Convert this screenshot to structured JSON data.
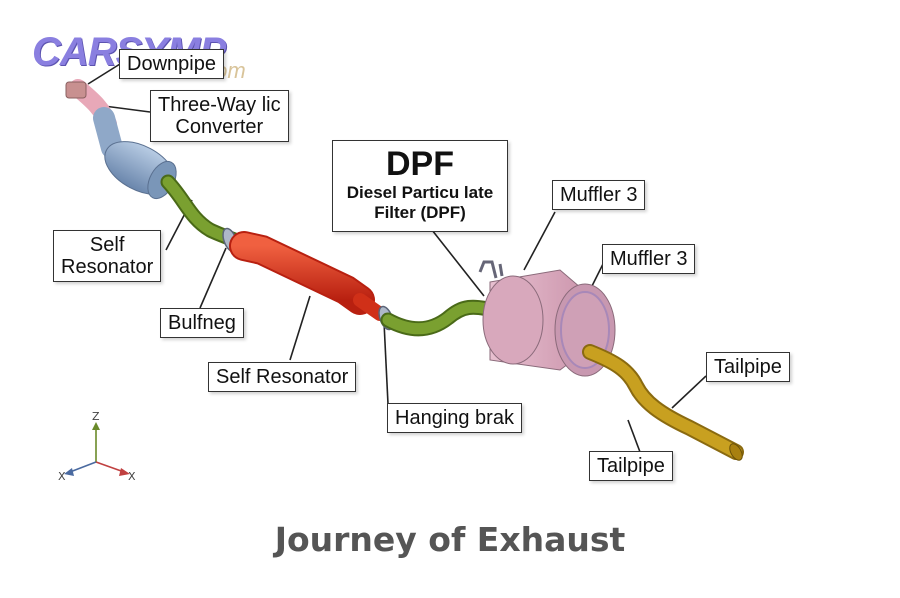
{
  "logo": {
    "brand": "CARSYMP",
    "suffix": ".com"
  },
  "labels": {
    "downpipe": "Downpipe",
    "three_way": [
      "Three-Way lic",
      "Converter"
    ],
    "self_resonator_left": [
      "Self",
      "Resonator"
    ],
    "bulfneg": "Bulfneg",
    "self_resonator_mid": "Self Resonator",
    "hanging_brak": "Hanging brak",
    "dpf": {
      "title": "DPF",
      "sub": [
        "Diesel Particu late",
        "Filter (DPF)"
      ]
    },
    "muffler_top": "Muffler 3",
    "muffler_right": "Muffler 3",
    "tailpipe_top": "Tailpipe",
    "tailpipe_bottom": "Tailpipe"
  },
  "axes": {
    "z": "Z",
    "x_left": "X",
    "x_right": "X"
  },
  "caption": "Journey of Exhaust",
  "colors": {
    "downpipe": "#e8a8b8",
    "converter": "#8fa8c8",
    "pipe": "#7aa030",
    "resonator": "#e03a1e",
    "clamp": "#9aa6b8",
    "muffler": "#d8a8bc",
    "tailpipe": "#c8a020"
  }
}
